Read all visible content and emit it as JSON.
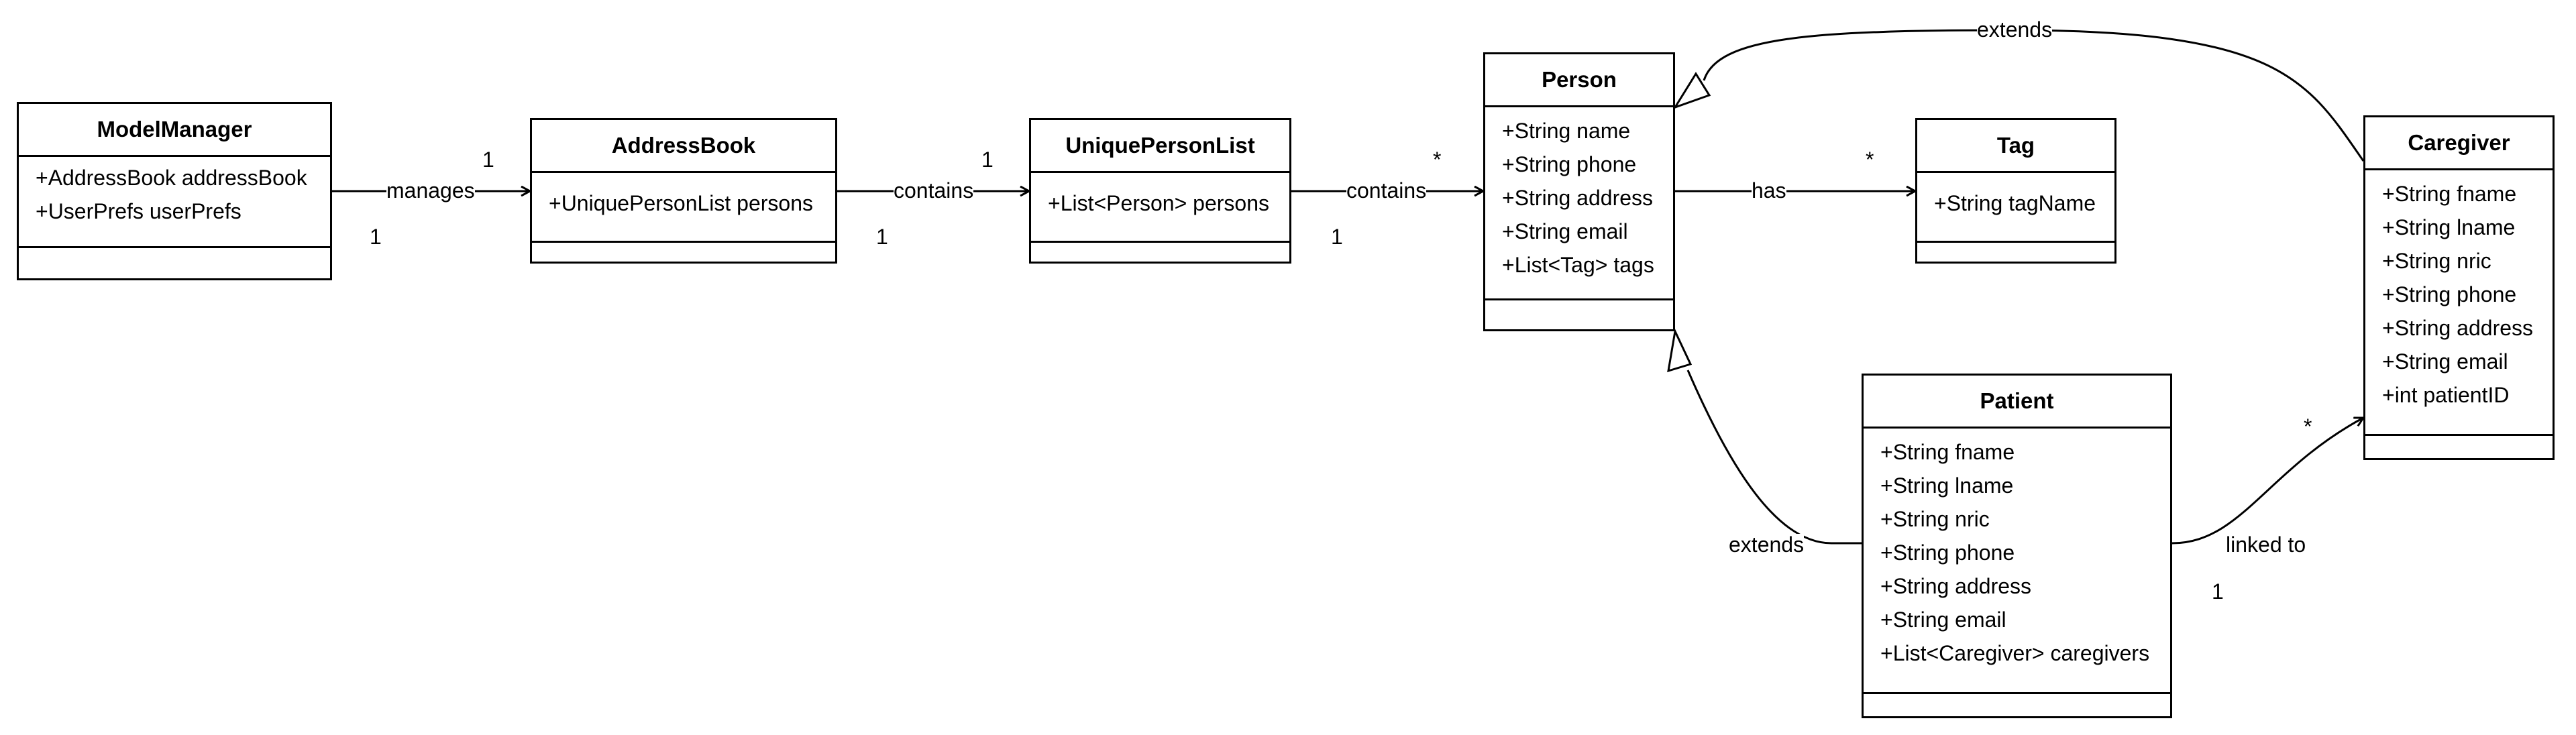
{
  "classes": {
    "model_manager": {
      "name": "ModelManager",
      "attributes": [
        "+AddressBook addressBook",
        "+UserPrefs userPrefs"
      ]
    },
    "address_book": {
      "name": "AddressBook",
      "attributes": [
        "+UniquePersonList persons"
      ]
    },
    "unique_person_list": {
      "name": "UniquePersonList",
      "attributes": [
        "+List<Person> persons"
      ]
    },
    "person": {
      "name": "Person",
      "attributes": [
        "+String name",
        "+String phone",
        "+String address",
        "+String email",
        "+List<Tag> tags"
      ]
    },
    "tag": {
      "name": "Tag",
      "attributes": [
        "+String tagName"
      ]
    },
    "caregiver": {
      "name": "Caregiver",
      "attributes": [
        "+String fname",
        "+String lname",
        "+String nric",
        "+String phone",
        "+String address",
        "+String email",
        "+int patientID"
      ]
    },
    "patient": {
      "name": "Patient",
      "attributes": [
        "+String fname",
        "+String lname",
        "+String nric",
        "+String phone",
        "+String address",
        "+String email",
        "+List<Caregiver> caregivers"
      ]
    }
  },
  "relations": {
    "manages": {
      "label": "manages",
      "source_mult": "1",
      "target_mult": "1"
    },
    "contains_1": {
      "label": "contains",
      "source_mult": "1",
      "target_mult": "1"
    },
    "contains_2": {
      "label": "contains",
      "source_mult": "1",
      "target_mult": "*"
    },
    "has": {
      "label": "has",
      "target_mult": "*"
    },
    "extends_caregiver": {
      "label": "extends"
    },
    "extends_patient": {
      "label": "extends"
    },
    "linked_to": {
      "label": "linked to",
      "source_mult": "1",
      "target_mult": "*"
    }
  }
}
